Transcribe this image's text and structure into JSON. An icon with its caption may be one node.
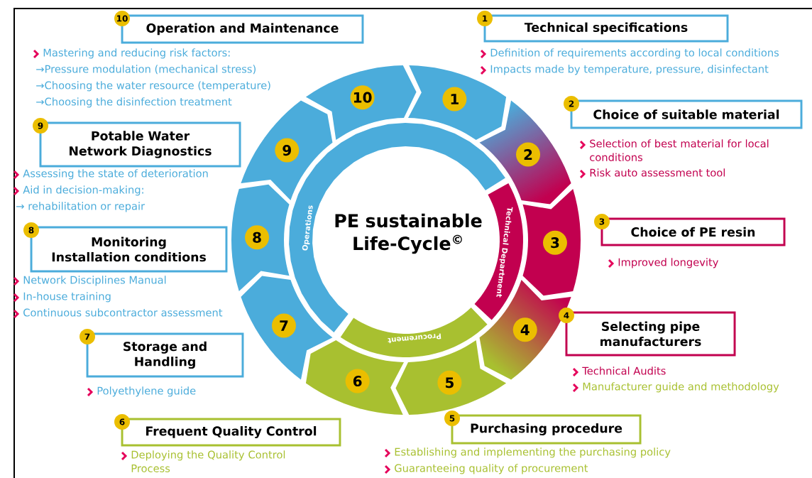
{
  "diagram": {
    "nodes": [
      {
        "text": [
          "1",
          "Technical specifications"
        ]
      },
      {
        "text": [
          "2",
          "Choice of suitable material"
        ]
      },
      {
        "text": [
          "3",
          "Choice of PE resin"
        ]
      },
      {
        "text": [
          "4",
          "Selecting pipe manufacturers"
        ]
      },
      {
        "text": [
          "5",
          "Purchasing procedure"
        ]
      },
      {
        "text": [
          "6",
          "Frequent Quality Control"
        ]
      },
      {
        "text": [
          "7",
          "Storage and Handling"
        ]
      },
      {
        "text": [
          "8",
          "Monitoring Installation conditions"
        ]
      },
      {
        "text": [
          "9",
          "Potable Water Network Diagnostics"
        ]
      },
      {
        "text": [
          "10",
          "Operation and Maintenance"
        ]
      },
      {
        "text": [
          "1"
        ]
      },
      {
        "text": [
          "2"
        ]
      },
      {
        "text": [
          "3"
        ]
      },
      {
        "text": [
          "4"
        ]
      },
      {
        "text": [
          "5"
        ]
      },
      {
        "text": [
          "6"
        ]
      },
      {
        "text": [
          "7"
        ]
      },
      {
        "text": [
          "8"
        ]
      },
      {
        "text": [
          "9"
        ]
      },
      {
        "text": [
          "10"
        ]
      },
      {
        "text": [
          "Technical Department"
        ]
      },
      {
        "text": [
          "Procurement"
        ]
      },
      {
        "text": [
          "Operations"
        ]
      }
    ],
    "labels": [
      "PE sustainable Life-Cycle$^{©}$",
      "Definition of requirements according to local conditions",
      "Impacts made by temperature, pressure, disinfectant",
      "Selection of best material for local conditions",
      "Risk auto assessment tool",
      "Improved longevity",
      "Technical Audits",
      "Manufacturer guide and methodology",
      "Establishing and implementing the purchasing policy",
      "Guaranteeing quality of procurement",
      "Deploying the Quality Control Process",
      "Polyethylene guide",
      "Network Disciplines Manual",
      "In-house training",
      "Continuous subcontractor assessment",
      "Assessing the state of deterioration",
      "Aid in decision-making:",
      "→ rehabilitation or repair",
      "Mastering and reducing risk factors:",
      "→Pressure modulation (mechanical stress)",
      "→Choosing the water resource (temperature)",
      "→Choosing the disinfection treatment"
    ]
  }
}
